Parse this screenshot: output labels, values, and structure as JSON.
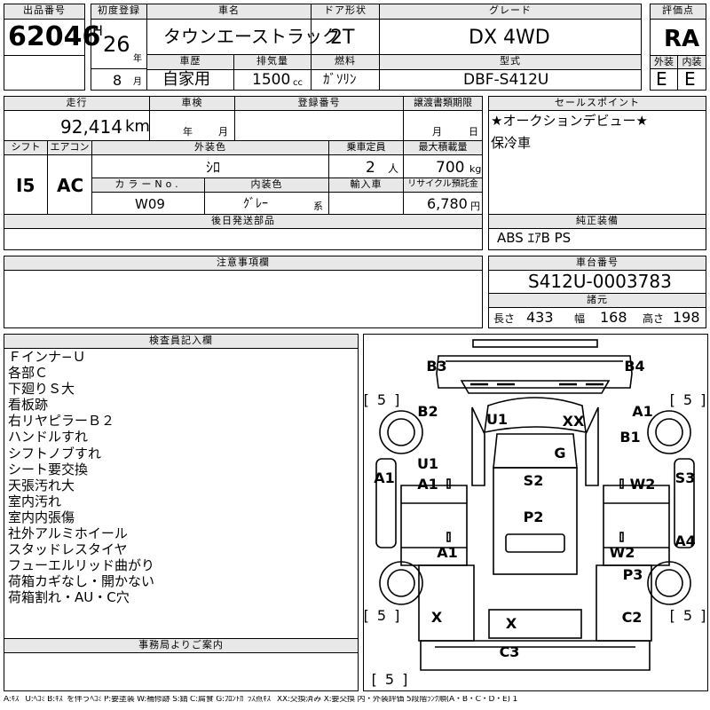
{
  "header": {
    "lot_label": "出品番号",
    "lot_value": "62046",
    "reg_label": "初度登録",
    "era": "H",
    "year": "26",
    "year_unit": "年",
    "month": "8",
    "month_unit": "月",
    "name_label": "車名",
    "name_value": "タウンエーストラック",
    "door_label": "ドア形状",
    "door_value": "2T",
    "grade_label": "グレード",
    "grade_value": "DX 4WD",
    "score_label": "評価点",
    "score_value": "RA",
    "history_label": "車歴",
    "history_value": "自家用",
    "displacement_label": "排気量",
    "displacement_value": "1500",
    "displacement_unit": "cc",
    "fuel_label": "燃料",
    "fuel_value": "ｶﾞｿﾘﾝ",
    "model_label": "型式",
    "model_value": "DBF-S412U",
    "exterior_label": "外装",
    "exterior_value": "E",
    "interior_label": "内装",
    "interior_value": "E"
  },
  "details": {
    "mileage_label": "走行",
    "mileage_value": "92,414",
    "mileage_unit": "km",
    "inspection_label": "車検",
    "insp_year_unit": "年",
    "insp_month_unit": "月",
    "plate_label": "登録番号",
    "deadline_label": "譲渡書類期限",
    "deadline_month_unit": "月",
    "deadline_day_unit": "日",
    "shift_label": "シフト",
    "shift_value": "I5",
    "ac_label": "エアコン",
    "ac_value": "AC",
    "ext_color_label": "外装色",
    "ext_color_value": "ｼﾛ",
    "capacity_label": "乗車定員",
    "capacity_value": "2",
    "capacity_unit": "人",
    "load_label": "最大積載量",
    "load_value": "700",
    "load_unit": "kg",
    "color_no_label": "カラーNo.",
    "color_no_value": "W09",
    "int_color_label": "内装色",
    "int_color_value": "ｸﾞﾚｰ",
    "int_color_suffix": "系",
    "import_label": "輸入車",
    "recycle_label": "リサイクル預託金",
    "recycle_value": "6,780",
    "recycle_unit": "円"
  },
  "sections": {
    "later_parts_label": "後日発送部品",
    "notes_label": "注意事項欄",
    "selling_label": "セールスポイント",
    "selling_lines": [
      "★オークションデビュー★",
      "保冷車"
    ],
    "equipment_label": "純正装備",
    "equipment_value": "ABS ｴｱB PS",
    "chassis_label": "車台番号",
    "chassis_value": "S412U-0003783",
    "spec_label": "諸元",
    "length_label": "長さ",
    "length_value": "433",
    "width_label": "幅",
    "width_value": "168",
    "height_label": "高さ",
    "height_value": "198",
    "inspector_label": "検査員記入欄",
    "inspector_notes": [
      "Ｆインナ−Ｕ",
      "各部Ｃ",
      "下廻りＳ大",
      "看板跡",
      "右リヤピラーＢ２",
      "ハンドルすれ",
      "シフトノブすれ",
      "シート要交換",
      "天張汚れ大",
      "室内汚れ",
      "室内内張傷",
      "社外アルミホイール",
      "スタッドレスタイヤ",
      "フューエルリッド曲がり",
      "荷箱カギなし・開かない",
      "荷箱割れ・AU・C穴"
    ],
    "office_label": "事務局よりご案内"
  },
  "diagram_labels": [
    {
      "id": "b3",
      "text": "B3"
    },
    {
      "id": "b4",
      "text": "B4"
    },
    {
      "id": "b2",
      "text": "B2"
    },
    {
      "id": "u1-top",
      "text": "U1"
    },
    {
      "id": "xx",
      "text": "XX"
    },
    {
      "id": "a1-right-top",
      "text": "A1"
    },
    {
      "id": "b1",
      "text": "B1"
    },
    {
      "id": "g",
      "text": "G"
    },
    {
      "id": "u1-left",
      "text": "U1"
    },
    {
      "id": "a1-left-mid",
      "text": "A1"
    },
    {
      "id": "a1-far-left",
      "text": "A1"
    },
    {
      "id": "s2",
      "text": "S2"
    },
    {
      "id": "w2-mid",
      "text": "W2"
    },
    {
      "id": "s3",
      "text": "S3"
    },
    {
      "id": "p2",
      "text": "P2"
    },
    {
      "id": "a4",
      "text": "A4"
    },
    {
      "id": "a1-bottom-left",
      "text": "A1"
    },
    {
      "id": "w2-bottom",
      "text": "W2"
    },
    {
      "id": "p3",
      "text": "P3"
    },
    {
      "id": "x-left",
      "text": "X"
    },
    {
      "id": "x-center",
      "text": "X"
    },
    {
      "id": "c2",
      "text": "C2"
    },
    {
      "id": "c3",
      "text": "C3"
    }
  ],
  "tire_marks": {
    "front_left": "[ 5 ]",
    "front_right": "[ 5 ]",
    "rear_left": "[ 5 ]",
    "rear_right": "[ 5 ]",
    "spare": "[ 5 ]"
  },
  "legend": "A:ｷｽﾞ U:ﾍｺﾐ B:ｷｽﾞを伴うﾍｺﾐ P:要塗装 W:補修跡 S:錆 C:腐食 G:ﾌﾛﾝﾄｶﾞﾗｽ点ｷｽﾞ XX:交換済み X:要交換 内・外装評価 5段階ﾗﾝｸ順(A・B・C・D・E) 1"
}
